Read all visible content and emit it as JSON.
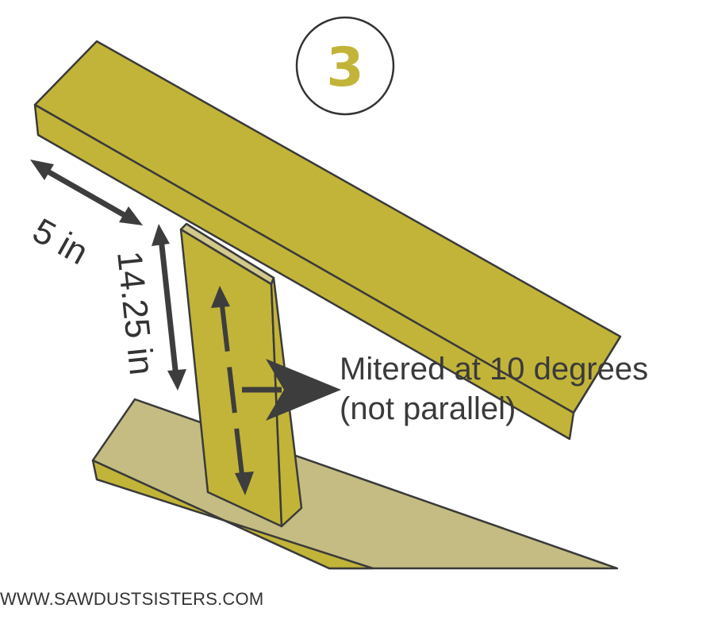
{
  "step": {
    "number": "3"
  },
  "dimensions": {
    "width_label": "5 in",
    "height_label": "14.25 in"
  },
  "annotation": {
    "line1": "Mitered at 10 degrees",
    "line2": "(not parallel)"
  },
  "footer": {
    "site": "WWW.SAWDUSTSISTERS.COM"
  },
  "colors": {
    "wood": "#c2b439",
    "wood_light": "#d2c98b",
    "wood_base": "#c4bc82",
    "outline": "#3a3a3a",
    "arrow": "#3d3d3d",
    "text": "#333333",
    "step_number": "#c2b439"
  }
}
